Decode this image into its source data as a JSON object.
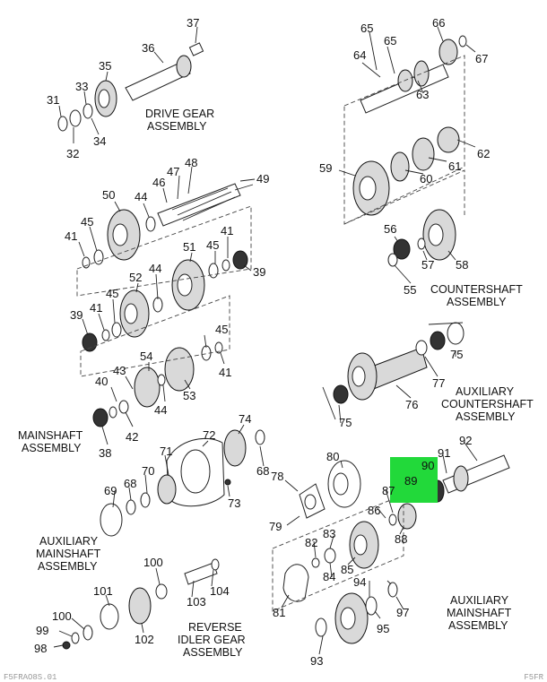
{
  "highlight": {
    "label": "89",
    "color": "#22d93a"
  },
  "captions": {
    "drive_gear": [
      "DRIVE GEAR",
      "ASSEMBLY"
    ],
    "countershaft": [
      "COUNTERSHAFT",
      "ASSEMBLY"
    ],
    "aux_countershaft": [
      "AUXILIARY",
      "COUNTERSHAFT",
      "ASSEMBLY"
    ],
    "mainshaft": [
      "MAINSHAFT",
      "ASSEMBLY"
    ],
    "aux_mainshaft_left": [
      "AUXILIARY",
      "MAINSHAFT",
      "ASSEMBLY"
    ],
    "reverse_idler": [
      "REVERSE",
      "IDLER GEAR",
      "ASSEMBLY"
    ],
    "aux_mainshaft_right": [
      "AUXILIARY",
      "MAINSHAFT",
      "ASSEMBLY"
    ]
  },
  "callouts": [
    "31",
    "32",
    "33",
    "34",
    "35",
    "36",
    "37",
    "38",
    "39",
    "39b",
    "40",
    "41",
    "41b",
    "41c",
    "41d",
    "42",
    "43",
    "44",
    "44b",
    "44c",
    "45",
    "45b",
    "45c",
    "45d",
    "46",
    "47",
    "48",
    "49",
    "50",
    "51",
    "52",
    "53",
    "54",
    "55",
    "56",
    "57",
    "58",
    "59",
    "60",
    "61",
    "62",
    "63",
    "64",
    "65",
    "65b",
    "66",
    "67",
    "68",
    "68b",
    "69",
    "70",
    "71",
    "72",
    "73",
    "74",
    "75",
    "75b",
    "76",
    "77",
    "78",
    "79",
    "80",
    "81",
    "82",
    "83",
    "84",
    "85",
    "86",
    "87",
    "88",
    "90",
    "91",
    "92",
    "93",
    "94",
    "95",
    "97",
    "98",
    "99",
    "100",
    "100b",
    "101",
    "102",
    "103",
    "104"
  ],
  "labels": {
    "n31": "31",
    "n32": "32",
    "n33": "33",
    "n34": "34",
    "n35": "35",
    "n36": "36",
    "n37": "37",
    "n38": "38",
    "n39": "39",
    "n39b": "39",
    "n40": "40",
    "n41": "41",
    "n41b": "41",
    "n41c": "41",
    "n41d": "41",
    "n42": "42",
    "n43": "43",
    "n44": "44",
    "n44b": "44",
    "n44c": "44",
    "n45": "45",
    "n45b": "45",
    "n45c": "45",
    "n45d": "45",
    "n46": "46",
    "n47": "47",
    "n48": "48",
    "n49": "49",
    "n50": "50",
    "n51": "51",
    "n52": "52",
    "n53": "53",
    "n54": "54",
    "n55": "55",
    "n56": "56",
    "n57": "57",
    "n58": "58",
    "n59": "59",
    "n60": "60",
    "n61": "61",
    "n62": "62",
    "n63": "63",
    "n64": "64",
    "n65": "65",
    "n65b": "65",
    "n66": "66",
    "n67": "67",
    "n68": "68",
    "n68b": "68",
    "n69": "69",
    "n70": "70",
    "n71": "71",
    "n72": "72",
    "n73": "73",
    "n74": "74",
    "n75": "75",
    "n75b": "75",
    "n76": "76",
    "n77": "77",
    "n78": "78",
    "n79": "79",
    "n80": "80",
    "n81": "81",
    "n82": "82",
    "n83": "83",
    "n84": "84",
    "n85": "85",
    "n86": "86",
    "n87": "87",
    "n88": "88",
    "n90": "90",
    "n91": "91",
    "n92": "92",
    "n93": "93",
    "n94": "94",
    "n95": "95",
    "n97": "97",
    "n98": "98",
    "n99": "99",
    "n100": "100",
    "n100b": "100",
    "n101": "101",
    "n102": "102",
    "n103": "103",
    "n104": "104"
  },
  "footer": {
    "left": "F5FRAO8S.01",
    "right": "F5FR"
  }
}
